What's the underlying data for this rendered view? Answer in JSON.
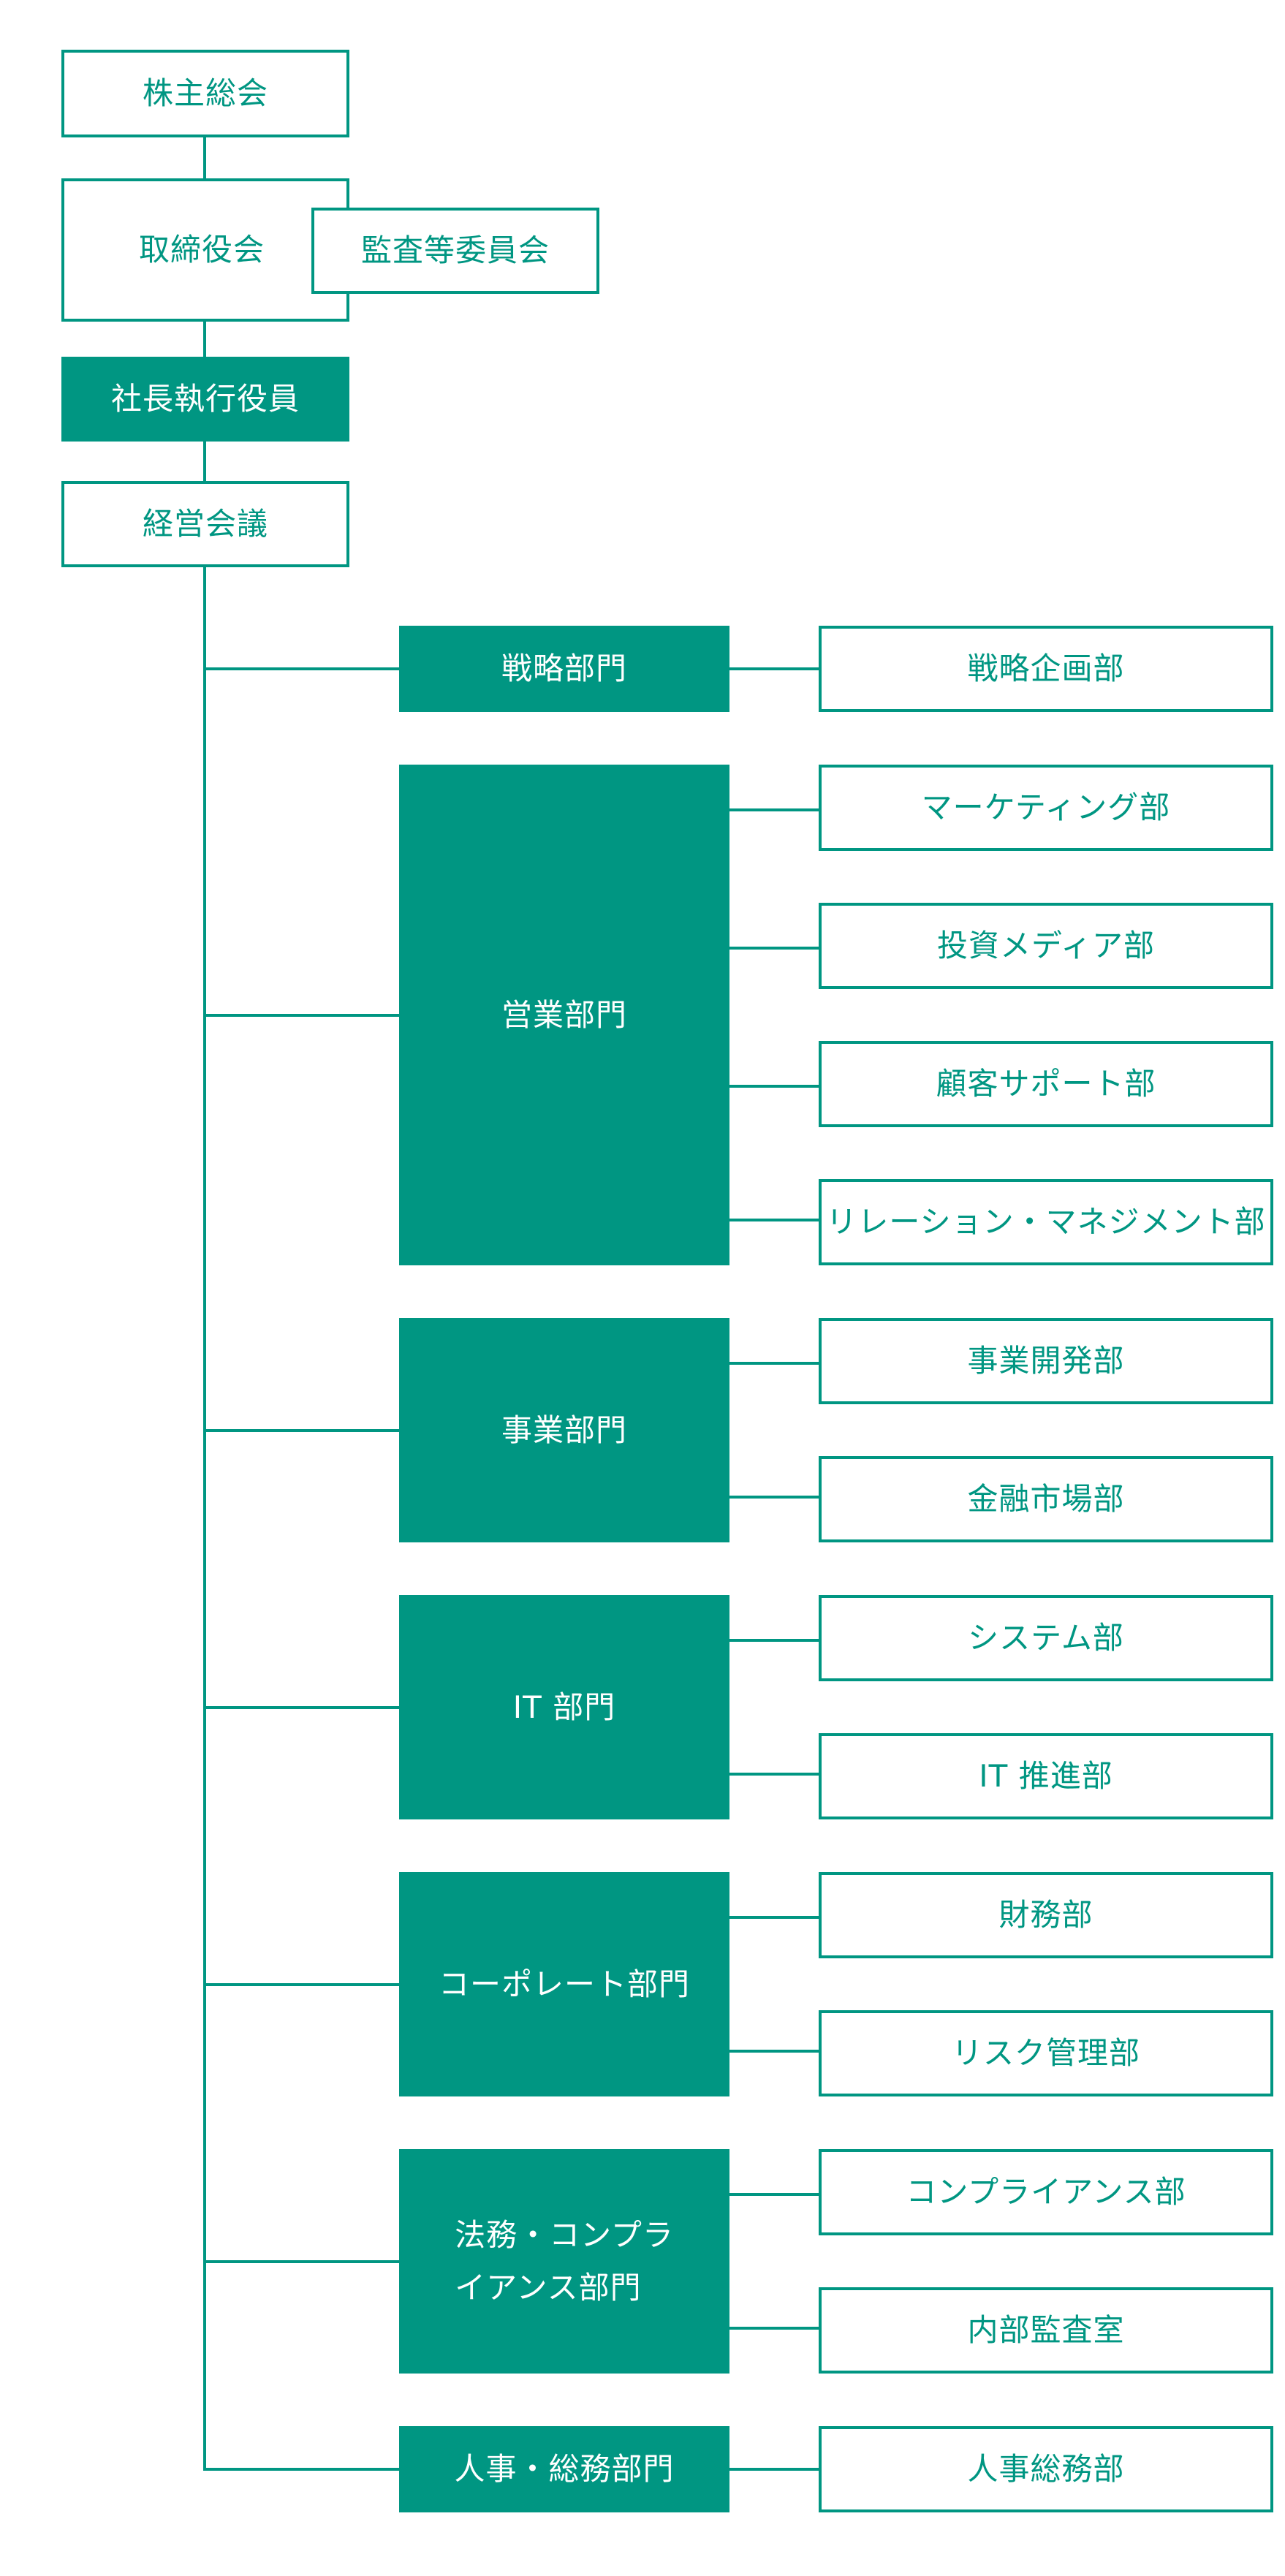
{
  "colors": {
    "accent": "#009682",
    "background": "#ffffff",
    "filled_text": "#ffffff"
  },
  "top": {
    "shareholders": "株主総会",
    "board": "取締役会",
    "audit": "監査等委員会",
    "president": "社長執行役員",
    "management_meeting": "経営会議"
  },
  "divisions": [
    {
      "name": "戦略部門",
      "departments": [
        "戦略企画部"
      ]
    },
    {
      "name": "営業部門",
      "departments": [
        "マーケティング部",
        "投資メディア部",
        "顧客サポート部",
        "リレーション・マネジメント部"
      ]
    },
    {
      "name": "事業部門",
      "departments": [
        "事業開発部",
        "金融市場部"
      ]
    },
    {
      "name": "IT 部門",
      "departments": [
        "システム部",
        "IT 推進部"
      ]
    },
    {
      "name": "コーポレート部門",
      "departments": [
        "財務部",
        "リスク管理部"
      ]
    },
    {
      "name": "法務・コンプラ\nイアンス部門",
      "departments": [
        "コンプライアンス部",
        "内部監査室"
      ]
    },
    {
      "name": "人事・総務部門",
      "departments": [
        "人事総務部"
      ]
    }
  ]
}
